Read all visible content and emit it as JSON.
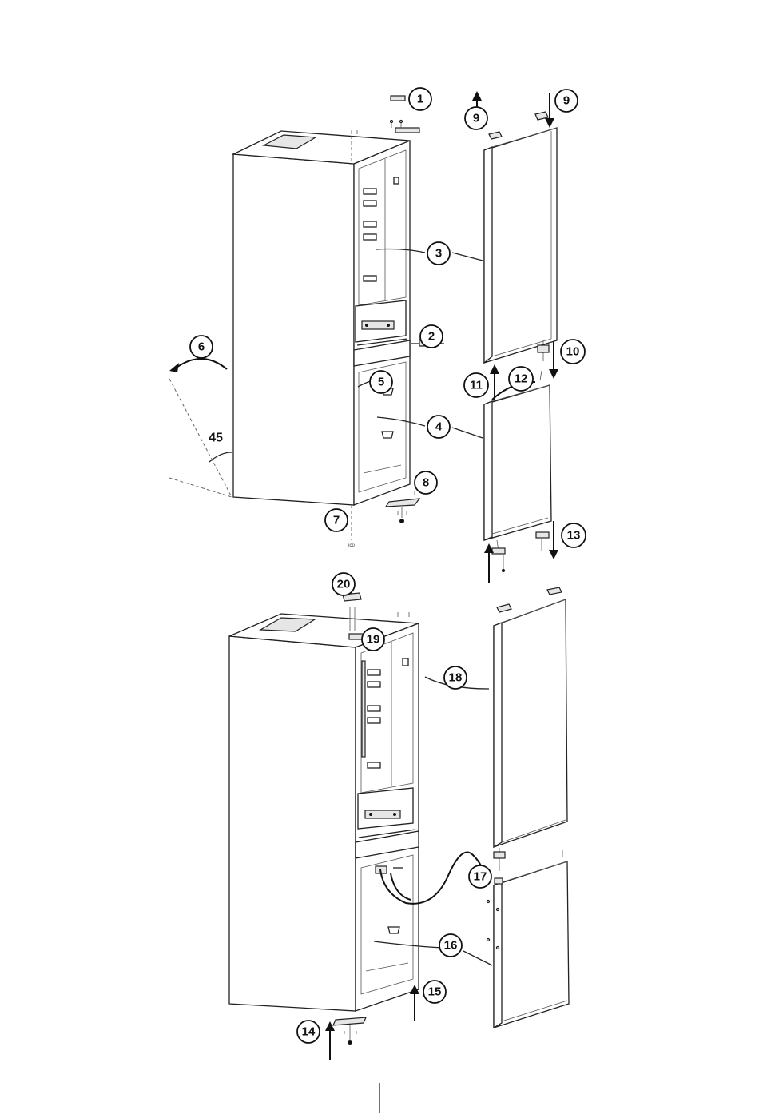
{
  "figure": {
    "callouts": {
      "c1": "1",
      "c2": "2",
      "c3": "3",
      "c4": "4",
      "c5": "5",
      "c6": "6",
      "c7": "7",
      "c8": "8",
      "c9a": "9",
      "c9b": "9",
      "c10": "10",
      "c11": "11",
      "c12": "12",
      "c13": "13",
      "c14": "14",
      "c15": "15",
      "c16": "16",
      "c17": "17",
      "c18": "18",
      "c19": "19",
      "c20": "20"
    },
    "angle_label": "45"
  }
}
